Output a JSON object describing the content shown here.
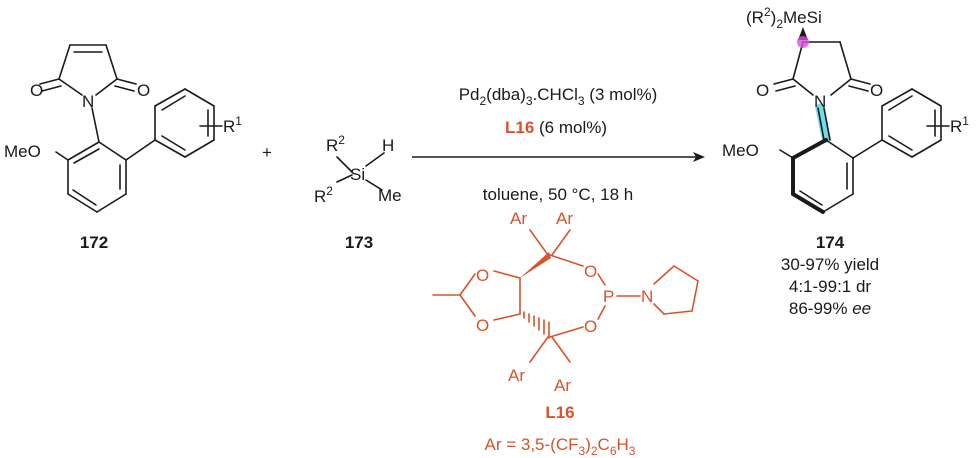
{
  "colors": {
    "ink": "#1a1a1a",
    "accent": "#d9532b",
    "highlight_atom": "#d94fd9",
    "highlight_bond": "#5ad6e6"
  },
  "plus_sign": "+",
  "compound_172": {
    "label": "172",
    "atoms": {
      "o_left": "O",
      "o_right": "O",
      "n": "N",
      "meo": "MeO",
      "r_group": "R",
      "r_sup": "1"
    }
  },
  "compound_173": {
    "label": "173",
    "atoms": {
      "r_top": "R",
      "r_top_sup": "2",
      "r_bottom": "R",
      "r_bottom_sup": "2",
      "si": "Si",
      "h": "H",
      "me": "Me"
    }
  },
  "conditions": {
    "catalyst_pre": "Pd",
    "catalyst_sub1": "2",
    "catalyst_mid": "(dba)",
    "catalyst_sub2": "3",
    "catalyst_post": ".CHCl",
    "catalyst_sub3": "3",
    "catalyst_load": " (3 mol%)",
    "ligand_name": "L16",
    "ligand_load": " (6 mol%)",
    "solvent": "toluene, 50 °C, 18 h"
  },
  "ligand_L16": {
    "label": "L16",
    "atoms": {
      "ar1": "Ar",
      "ar2": "Ar",
      "ar3": "Ar",
      "ar4": "Ar",
      "o1": "O",
      "o2": "O",
      "o3": "O",
      "o4": "O",
      "p": "P",
      "n": "N"
    },
    "ar_def_pre": "Ar = 3,5-(CF",
    "ar_def_sub1": "3",
    "ar_def_mid": ")",
    "ar_def_sub2": "2",
    "ar_def_c": "C",
    "ar_def_sub3": "6",
    "ar_def_h": "H",
    "ar_def_sub4": "3"
  },
  "compound_174": {
    "label": "174",
    "silyl_open": "(R",
    "silyl_sup": "2",
    "silyl_close": ")",
    "silyl_sub": "2",
    "silyl_rest": "MeSi",
    "atoms": {
      "o_left": "O",
      "o_right": "O",
      "n": "N",
      "meo": "MeO",
      "r_group": "R",
      "r_sup": "1"
    },
    "yield": "30-97% yield",
    "dr": "4:1-99:1 dr",
    "ee_value": "86-99% ",
    "ee_unit": "ee"
  }
}
